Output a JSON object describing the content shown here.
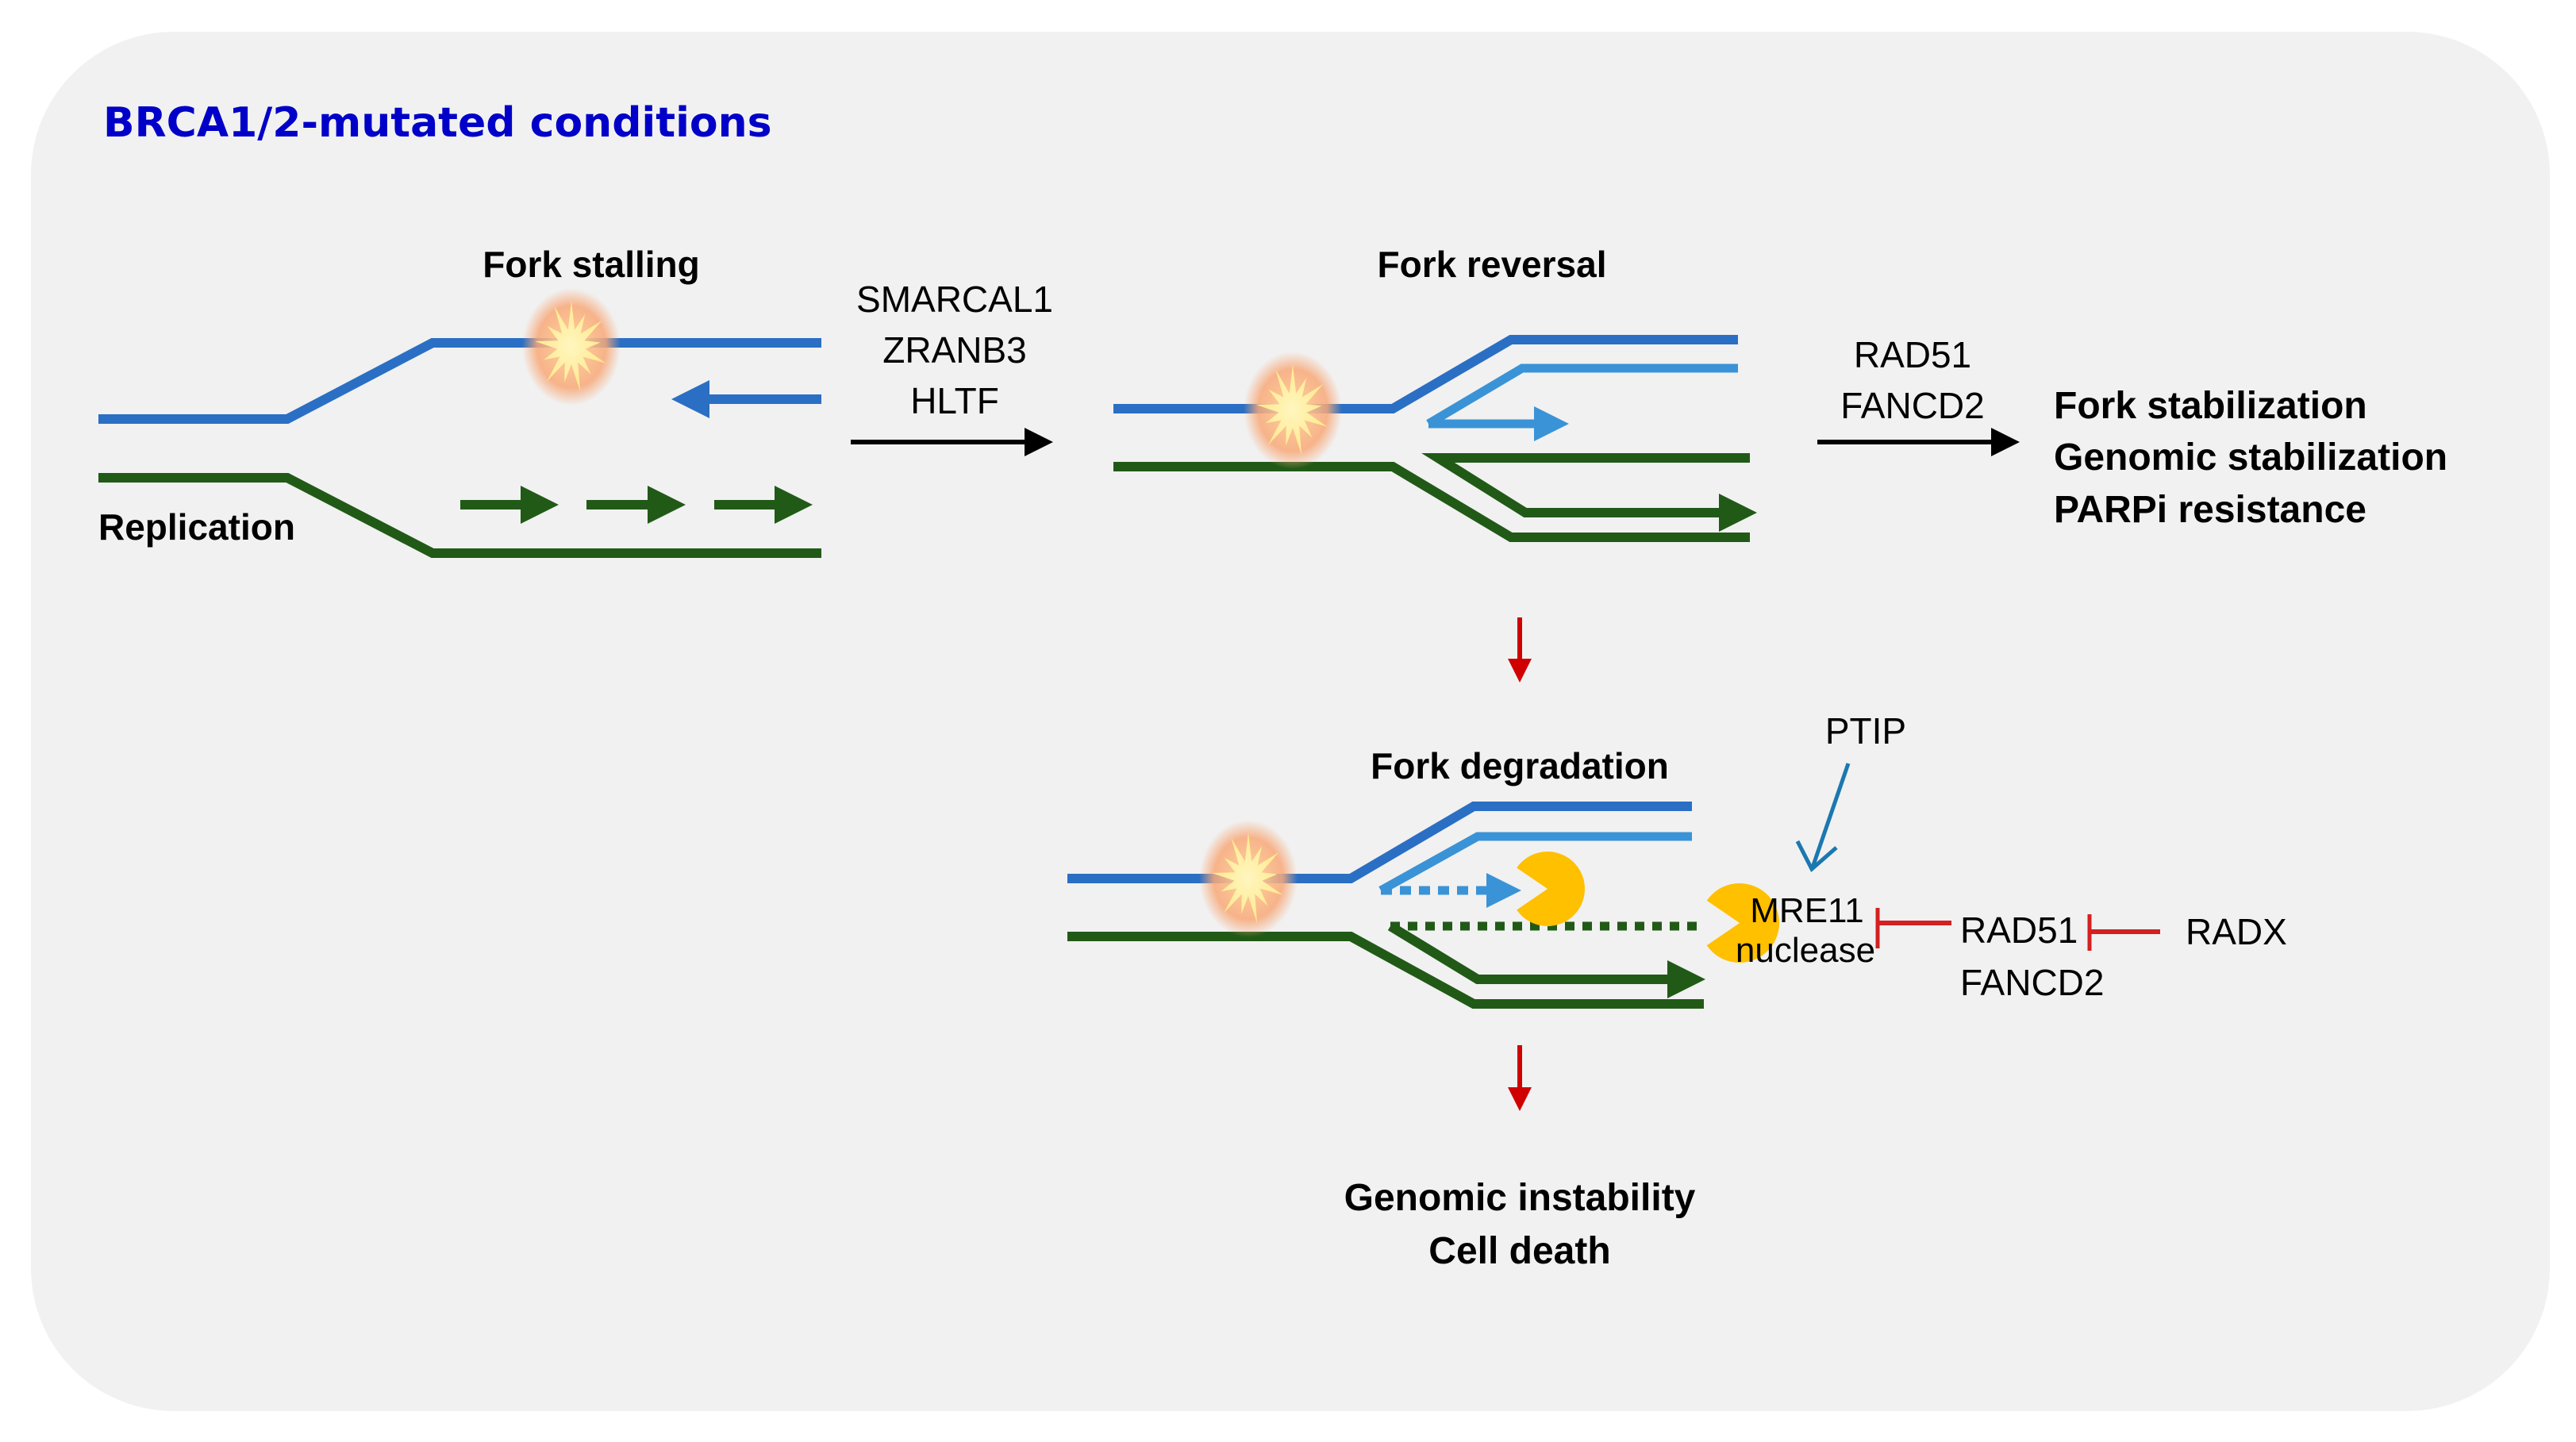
{
  "title": "BRCA1/2-mutated conditions",
  "colors": {
    "title": "#0000c8",
    "parental_blue": "#2a6fc4",
    "nascent_blue": "#3a93d6",
    "dna_green": "#215a17",
    "stall_core": "#fff3a0",
    "stall_glow": "#f8a878",
    "nuclease": "#ffc000",
    "arrow_black": "#000000",
    "arrow_red": "#d00000",
    "inhibit_red": "#d42020",
    "ptip_arrow": "#1b78b0",
    "panel_bg": "#f1f1f1"
  },
  "stages": {
    "replication": {
      "label": "Replication"
    },
    "stalling": {
      "label": "Fork stalling"
    },
    "reversal": {
      "label": "Fork reversal"
    },
    "degradation": {
      "label": "Fork degradation"
    }
  },
  "transitions": {
    "reversal_factors": [
      "SMARCAL1",
      "ZRANB3",
      "HLTF"
    ],
    "protection_factors": [
      "RAD51",
      "FANCD2"
    ]
  },
  "outcomes": {
    "protected": [
      "Fork stabilization",
      "Genomic stabilization",
      "PARPi resistance"
    ],
    "degraded": [
      "Genomic instability",
      "Cell death"
    ]
  },
  "degradation_regulation": {
    "activator": "PTIP",
    "nuclease": [
      "MRE11",
      "nuclease"
    ],
    "inhibitors": [
      "RAD51",
      "FANCD2"
    ],
    "upstream_inhibitor": "RADX"
  }
}
